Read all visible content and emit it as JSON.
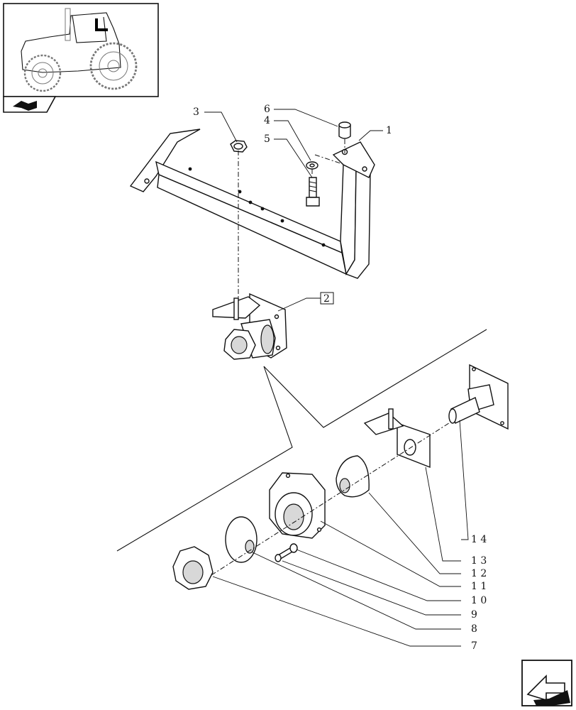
{
  "diagram": {
    "callouts": [
      {
        "id": "1",
        "label": "1"
      },
      {
        "id": "2",
        "label": "2",
        "boxed": true
      },
      {
        "id": "3",
        "label": "3"
      },
      {
        "id": "4",
        "label": "4"
      },
      {
        "id": "5",
        "label": "5"
      },
      {
        "id": "6",
        "label": "6"
      },
      {
        "id": "7",
        "label": "7"
      },
      {
        "id": "8",
        "label": "8"
      },
      {
        "id": "9",
        "label": "9"
      },
      {
        "id": "10",
        "label": "1 0"
      },
      {
        "id": "11",
        "label": "1 1"
      },
      {
        "id": "12",
        "label": "1 2"
      },
      {
        "id": "13",
        "label": "1 3"
      },
      {
        "id": "14",
        "label": "1 4"
      }
    ],
    "icons": {
      "thumbnail": "tractor-thumbnail-icon",
      "section_tab": "section-tab-icon",
      "navigation": "next-page-arrow-icon"
    }
  }
}
